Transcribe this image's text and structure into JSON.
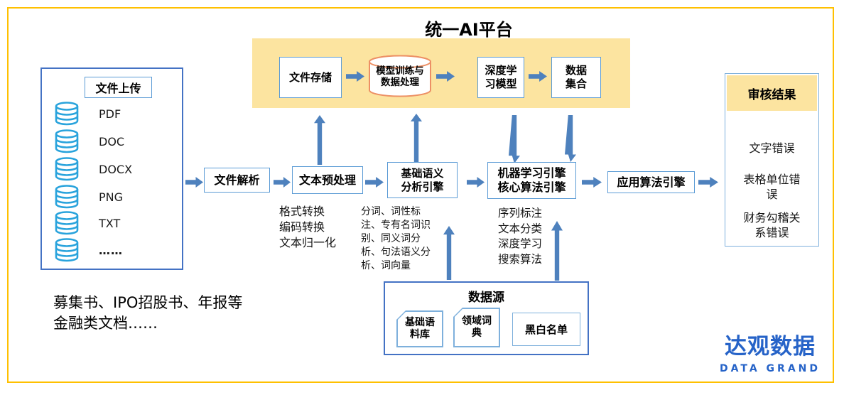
{
  "title": "统一AI平台",
  "platform": {
    "file_storage": "文件存储",
    "model_training": "模型训练与数据处理",
    "dl_model": "深度学习模型",
    "data_collection": "数据集合"
  },
  "upload": {
    "title": "文件上传",
    "items": [
      "PDF",
      "DOC",
      "DOCX",
      "PNG",
      "TXT",
      "……"
    ]
  },
  "flow": {
    "parse": "文件解析",
    "preprocess": "文本预处理",
    "preprocess_notes": [
      "格式转换",
      "编码转换",
      "文本归一化"
    ],
    "semantic_engine": "基础语义分析引擎",
    "semantic_notes": "分词、词性标注、专有名词识别、同义词分析、句法语义分析、词向量",
    "ml_engine": "机器学习引擎核心算法引擎",
    "ml_notes": [
      "序列标注",
      "文本分类",
      "深度学习",
      "搜索算法"
    ],
    "apply_engine": "应用算法引擎"
  },
  "datasource": {
    "title": "数据源",
    "items": [
      "基础语料库",
      "领域词典",
      "黑白名单"
    ]
  },
  "audit": {
    "title": "审核结果",
    "items": [
      "文字错误",
      "表格单位错误",
      "财务勾稽关系错误"
    ]
  },
  "caption": "募集书、IPO招股书、年报等\n金融类文档……",
  "logo": {
    "cn": "达观数据",
    "en": "DATA GRAND"
  },
  "colors": {
    "frame_gold": "#FFC000",
    "panel_yellow": "#FCE4A0",
    "box_border_blue": "#5B9BD5",
    "dark_border_blue": "#4472C4",
    "light_border_blue": "#7EB0DC",
    "arrow_blue": "#4E81BD",
    "database_icon_blue": "#29A3DC",
    "cylinder_orange": "#ED9065",
    "logo_blue": "#2663C8"
  }
}
